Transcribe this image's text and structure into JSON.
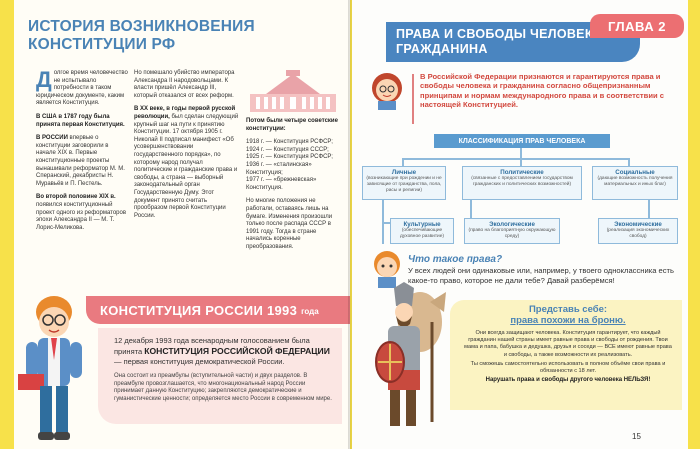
{
  "left_page": {
    "title": "История возникновения Конституции РФ",
    "col1": {
      "dropcap": "Д",
      "p1": "олгое время человечество не испытывало потребности в таком юридическом документе, каким является Конституция.",
      "p2": "В США в 1787 году была принята первая Конституция.",
      "p3_bold": "В РОССИИ",
      "p3": " впервые о конституции заговорили в начале XIX в. Первые конституционные проекты вынашивали реформатор М. М. Сперанский, декабристы Н. Муравьёв и П. Пестель.",
      "p4_bold": "Во второй половине XIX в.",
      "p4": " появился конституционный проект одного из реформаторов эпохи Александра II — М. Т. Лорис-Меликова."
    },
    "col2": {
      "p1": "Но помешало убийство императора Александра II народовольцами. К власти пришёл Александр III, который отказался от всех реформ.",
      "p2_bold": "В XX веке, в годы первой русской революции,",
      "p2": " был сделан следующий крупный шаг на пути к принятию Конституции. 17 октября 1905 г. Николай II подписал манифест «Об усовершенствовании государственного порядка», по которому народ получал политические и гражданские права и свободы, а страна — выборный законодательный орган Государственную Думу. Этот документ принято считать прообразом первой Конституции России."
    },
    "col3": {
      "p1_bold": "Потом были четыре советские конституции:",
      "items": [
        "1918 г. — Конституция РСФСР;",
        "1924 г. — Конституция СССР;",
        "1925 г. — Конституция РСФСР;",
        "1936 г. — «сталинская» Конституция;",
        "1977 г. — «брежневская» Конституция."
      ],
      "p2": "Но многие положения не работали, оставаясь лишь на бумаге. Изменения произошли только после распада СССР в 1991 году. Тогда в стране начались коренные преобразования."
    },
    "section": {
      "title": "Конституция России 1993",
      "title_small": "года",
      "lead_pre": "12 декабря 1993 года всенародным голосованием была принята ",
      "lead_bold": "КОНСТИТУЦИЯ РОССИЙСКОЙ ФЕДЕРАЦИИ",
      "lead_post": " — первая конституция демократической России.",
      "note": "Она состоит из преамбулы (вступительной части) и двух разделов. В преамбуле провозглашается, что многонациональный народ России принимает данную Конституцию; закрепляются демократические и гуманистические ценности; определяется место России в современном мире."
    }
  },
  "right_page": {
    "title": "Права и свободы человека и гражданина",
    "chapter": "ГЛАВА 2",
    "intro": "В Российской Федерации признаются и гарантируются права и свободы человека и гражданина согласно общепризнанным принципам и нормам международного права и в соответствии с настоящей Конституцией.",
    "classification": {
      "title": "Классификация прав человека",
      "nodes": [
        {
          "title": "Личные",
          "desc": "(возникающие при рождении и не зависящие от гражданства, пола, расы и религии)"
        },
        {
          "title": "Политические",
          "desc": "(связанные с предоставлением государством гражданских и политических возможностей)"
        },
        {
          "title": "Социальные",
          "desc": "(дающие возможность получения материальных и иных благ)"
        },
        {
          "title": "Культурные",
          "desc": "(обеспечивающие духовное развитие)"
        },
        {
          "title": "Экологические",
          "desc": "(право на благоприятную окружающую среду)"
        },
        {
          "title": "Экономические",
          "desc": "(реализация экономических свобод)"
        }
      ]
    },
    "question": {
      "title": "Что такое права?",
      "text": "У всех людей они одинаковые или, например, у твоего одноклассника есть какое-то право, которое не дали тебе? Давай разберёмся!"
    },
    "imagine": {
      "title": "Представь себе:",
      "subtitle": "права похожи на броню.",
      "p1": "Они всегда защищают человека. Конституция гарантирует, что каждый гражданин нашей страны имеет равные права и свободы от рождения. Твои мама и папа, бабушка и дедушка, друзья и соседи — ВСЕ имеют равные права и свободы, а также возможности их реализовать.",
      "p2": "Ты сможешь самостоятельно использовать в полном объёме свои права и обязанности с 18 лет.",
      "p3": "Нарушать права и свободы другого человека НЕЛЬЗЯ!"
    },
    "page_number": "15"
  }
}
